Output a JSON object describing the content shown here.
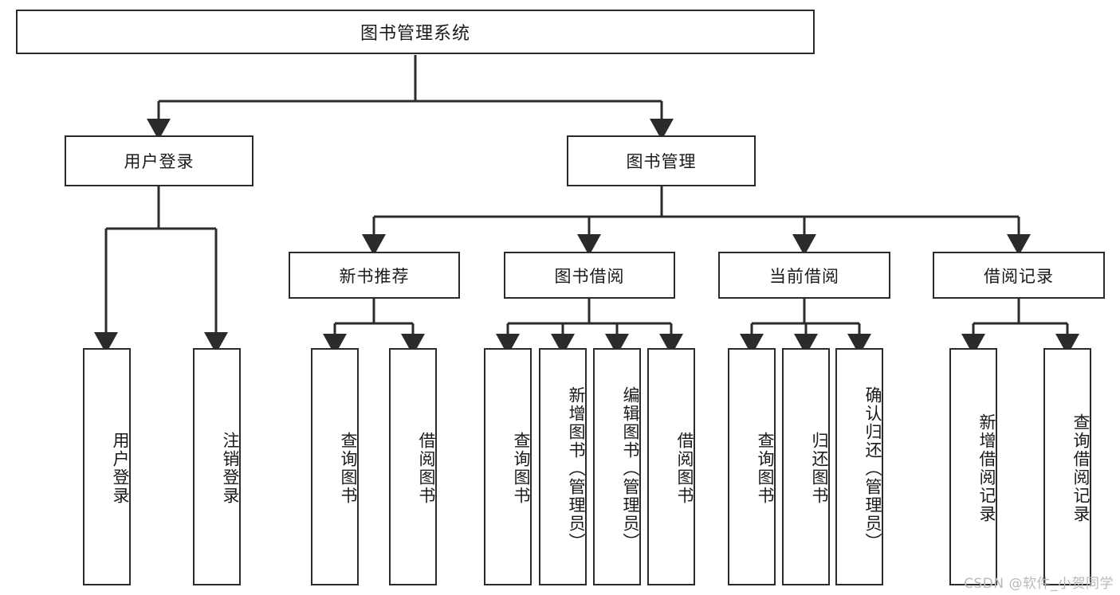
{
  "diagram": {
    "type": "tree-hierarchy-functional-decomposition",
    "watermark": "CSDN @软件_小贺同学",
    "colors": {
      "stroke": "#2b2b2b",
      "fill": "#ffffff",
      "text": "#1a1a1a",
      "watermark": "#b9b9b9"
    },
    "root": {
      "label": "图书管理系统"
    },
    "level2": [
      {
        "label": "用户登录"
      },
      {
        "label": "图书管理"
      }
    ],
    "level3": [
      {
        "label": "新书推荐"
      },
      {
        "label": "图书借阅"
      },
      {
        "label": "当前借阅"
      },
      {
        "label": "借阅记录"
      }
    ],
    "leaves": {
      "user_login": [
        {
          "label": "用户登录"
        },
        {
          "label": "注销登录"
        }
      ],
      "new_book_recommend": [
        {
          "label": "查询图书"
        },
        {
          "label": "借阅图书"
        }
      ],
      "book_borrow": [
        {
          "label": "查询图书"
        },
        {
          "label": "新增图书（管理员）"
        },
        {
          "label": "编辑图书（管理员）"
        },
        {
          "label": "借阅图书"
        }
      ],
      "current_borrow": [
        {
          "label": "查询图书"
        },
        {
          "label": "归还图书"
        },
        {
          "label": "确认归还（管理员）"
        }
      ],
      "borrow_record": [
        {
          "label": "新增借阅记录"
        },
        {
          "label": "查询借阅记录"
        }
      ]
    }
  }
}
